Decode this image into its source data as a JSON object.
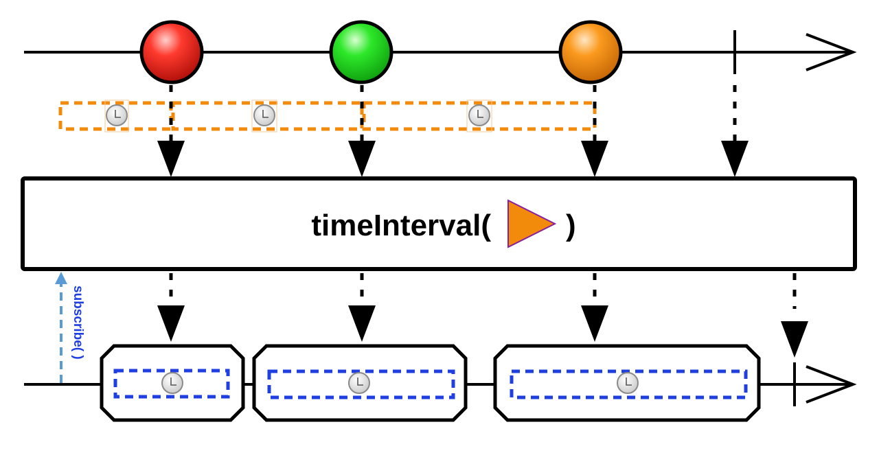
{
  "operator": {
    "name": "timeInterval(",
    "close": ")",
    "icon": "orange-triangle-icon"
  },
  "subscribe_label": "subscribe( )",
  "source_timeline": {
    "marbles": [
      {
        "name": "red-marble",
        "color": "#e81c14"
      },
      {
        "name": "green-marble",
        "color": "#1ed31e"
      },
      {
        "name": "orange-marble",
        "color": "#f28a0c"
      }
    ],
    "completes": true
  },
  "output_timeline": {
    "items": [
      {
        "name": "interval-item-1",
        "icon": "clock-icon"
      },
      {
        "name": "interval-item-2",
        "icon": "clock-icon"
      },
      {
        "name": "interval-item-3",
        "icon": "clock-icon"
      }
    ],
    "completes": true
  },
  "colors": {
    "interval_dash": "#f28a0c",
    "output_dash": "#1f3fe0",
    "subscribe": "#5b9bd5",
    "triangle": "#f28a0c",
    "triangle_stroke": "#8a1fa0"
  }
}
